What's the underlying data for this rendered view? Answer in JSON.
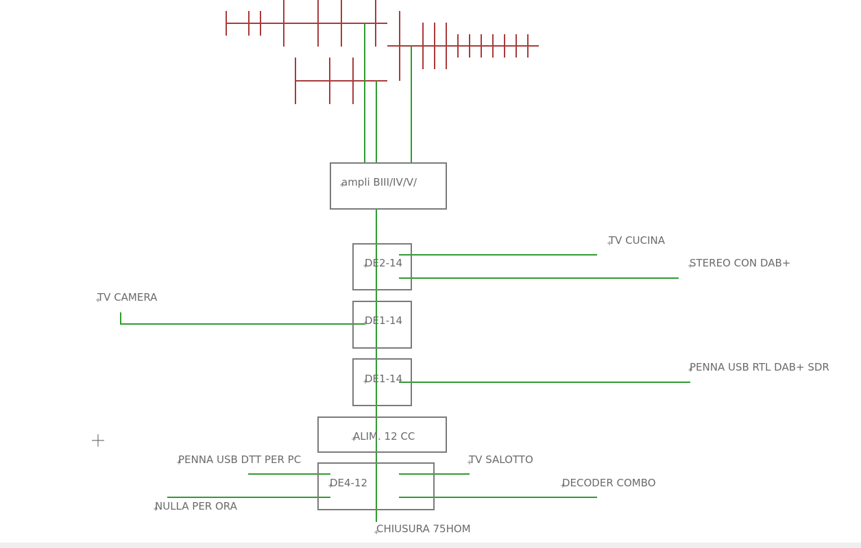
{
  "colors": {
    "antenna": "#a83a3a",
    "wire": "#2f9a2f",
    "box": "#7a7a7a",
    "text": "#6a6a6a"
  },
  "components": {
    "amplifier": "ampli BIII/IV/V/",
    "splitter_1": "DE2-14",
    "splitter_2": "DE1-14",
    "splitter_3": "DE1-14",
    "power_supply": "ALIM. 12 CC",
    "splitter_4": "DE4-12"
  },
  "outputs": {
    "tv_cucina": "TV CUCINA",
    "stereo": "STEREO CON DAB+",
    "tv_camera": "TV CAMERA",
    "penna_rtl": "PENNA USB RTL DAB+ SDR",
    "penna_dtt": "PENNA USB DTT PER PC",
    "tv_salotto": "TV SALOTTO",
    "decoder": "DECODER COMBO",
    "nulla": "NULLA PER ORA",
    "chiusura": "CHIUSURA 75HOM"
  }
}
